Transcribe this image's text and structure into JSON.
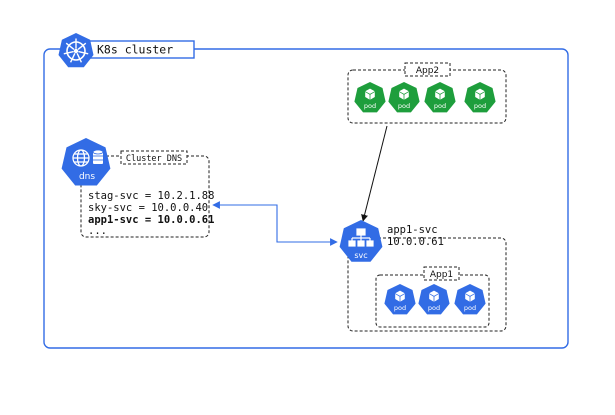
{
  "cluster": {
    "title": "K8s cluster"
  },
  "app2": {
    "label": "App2",
    "pods": [
      "pod",
      "pod",
      "pod",
      "pod"
    ]
  },
  "dns": {
    "icon_label": "dns",
    "box_label": "Cluster DNS",
    "records": [
      "stag-svc = 10.2.1.88",
      "sky-svc = 10.0.0.40",
      "app1-svc = 10.0.0.61",
      "..."
    ]
  },
  "service": {
    "icon_label": "svc",
    "name": "app1-svc",
    "ip": "10.0.0.61"
  },
  "app1": {
    "label": "App1",
    "pods": [
      "pod",
      "pod",
      "pod"
    ]
  },
  "colors": {
    "k8s_blue": "#326ce5",
    "pod_green": "#1e9e3c",
    "text": "#111111"
  }
}
